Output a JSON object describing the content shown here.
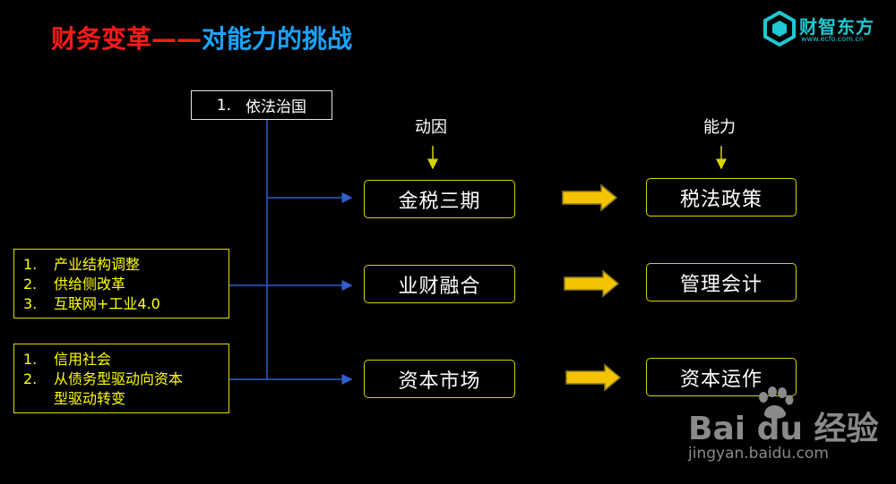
{
  "title": {
    "part1": "财务变革——",
    "part2": "对能力的挑战"
  },
  "logo": {
    "brand": "财智东方",
    "url": "www.ecfo.com.cn"
  },
  "top_item": {
    "num": "1.",
    "text": "依法治国"
  },
  "list1": [
    {
      "num": "1.",
      "text": "产业结构调整"
    },
    {
      "num": "2.",
      "text": "供给侧改革"
    },
    {
      "num": "3.",
      "text": "互联网+工业4.0"
    }
  ],
  "list2": [
    {
      "num": "1.",
      "text": "信用社会"
    },
    {
      "num": "2.",
      "text": "从债务型驱动向资本"
    },
    {
      "num": "",
      "text": "型驱动转变"
    }
  ],
  "labels": {
    "drivers": "动因",
    "abilities": "能力"
  },
  "drivers": [
    "金税三期",
    "业财融合",
    "资本市场"
  ],
  "abilities": [
    "税法政策",
    "管理会计",
    "资本运作"
  ],
  "watermark": {
    "brand": "Bai du 经验",
    "url": "jingyan.baidu.com"
  },
  "colors": {
    "title_red": "#ff1a1a",
    "title_blue": "#1aa3ff",
    "list_text": "#ffff00",
    "box_border": "#d9d200",
    "line": "#2f5fd0",
    "arrow": "#f5c400"
  }
}
